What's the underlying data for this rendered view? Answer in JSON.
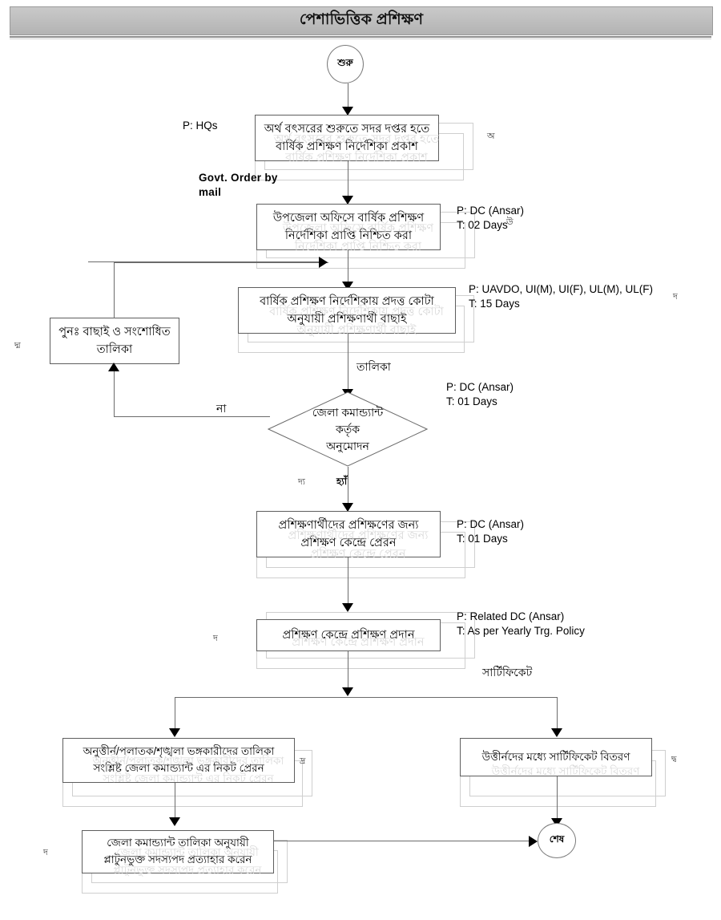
{
  "header": {
    "title": "পেশাভিত্তিক প্রশিক্ষণ"
  },
  "nodes": {
    "start": {
      "label": "শুরু",
      "type": "terminator"
    },
    "end": {
      "label": "শেষ",
      "type": "terminator"
    },
    "p1": {
      "line1": "অর্থ বৎসরের শুরুতে সদর দপ্তর হতে",
      "line2": "বার্ষিক প্রশিক্ষণ নির্দেশিকা প্রকাশ"
    },
    "p2": {
      "line1": "উপজেলা অফিসে বার্ষিক প্রশিক্ষণ",
      "line2": "নির্দেশিকা প্রাপ্তি নিশ্চিত করা"
    },
    "p3": {
      "line1": "বার্ষিক প্রশিক্ষণ নির্দেশিকায় প্রদত্ত কোটা",
      "line2": "অনুযায়ী প্রশিক্ষণার্থী বাছাই"
    },
    "rework": {
      "line1": "পুনঃ  বাছাই ও সংশোধিত",
      "line2": "তালিকা"
    },
    "decision": {
      "line1": "জেলা কমান্ড্যান্ট",
      "line2": "কর্তৃক",
      "line3": "অনুমোদন"
    },
    "p4": {
      "line1": "প্রশিক্ষণার্থীদের প্রশিক্ষণের জন্য",
      "line2": "প্রশিক্ষণ কেন্দ্রে প্রেরন"
    },
    "p5": {
      "line1": "প্রশিক্ষণ কেন্দ্রে প্রশিক্ষণ প্রদান"
    },
    "p6": {
      "line1": "অনুত্তীর্ন/পলাতক/শৃঙ্খলা ভঙ্গকারীদের তালিকা",
      "line2": "সংশ্লিষ্ট জেলা কমান্ড্যান্ট এর নিকট প্রেরন"
    },
    "p7": {
      "line1": "উত্তীর্নদের মধ্যে সার্টিফিকেট বিতরণ"
    },
    "p8": {
      "line1": "জেলা কমান্ড্যান্ট তালিকা অনুযায়ী",
      "line2": "প্লাটুনভুক্ত সদস্যপদ প্রত্যাহার করেন"
    }
  },
  "annotations": {
    "a1_person": "P: HQs",
    "a1_note": "Govt.  Order  by\nmail",
    "a2": "P: DC (Ansar)\nT: 02 Days",
    "a3": "P: UAVDO, UI(M), UI(F), UL(M), UL(F)\nT: 15 Days",
    "a4": "P: DC (Ansar)\nT: 01 Days",
    "a5": "P: DC (Ansar)\nT: 01 Days",
    "a6": "P: Related DC (Ansar)\nT: As per Yearly Trg. Policy"
  },
  "edge_labels": {
    "list": "তালিকা",
    "no": "না",
    "yes": "হ্যাঁ",
    "certificate": "সার্টিফিকেট"
  },
  "markers": {
    "m1": "অ",
    "m2": "উ",
    "m3": "দ",
    "m4": "দ্ম",
    "m5": "দ্য",
    "m6": "দ",
    "m7": "দ্র",
    "m8": "দ্ব",
    "m9": "দ"
  },
  "colors": {
    "title_bar_top": "#c9c9c9",
    "title_bar_bottom": "#b3b3b3",
    "line": "#6b6b6b",
    "box_border": "#5e5e5e",
    "ghost": "#cfcfcf"
  }
}
